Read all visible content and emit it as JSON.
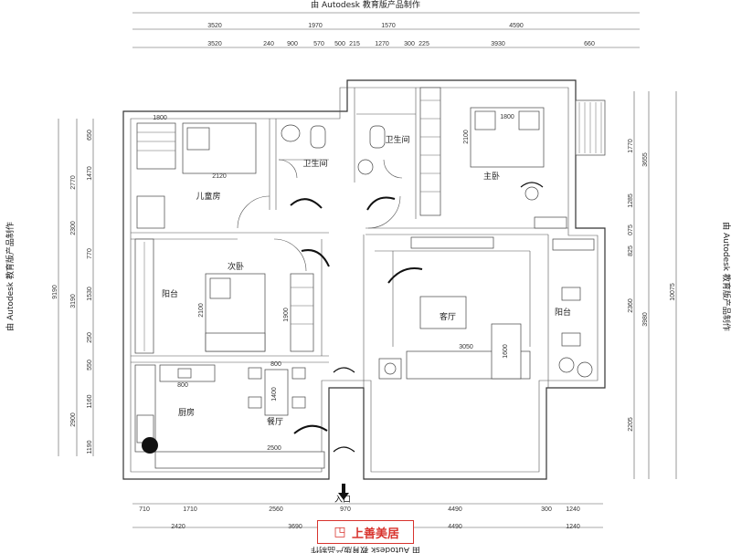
{
  "watermark": {
    "top": "由 Autodesk 教育版产品制作",
    "right": "由 Autodesk 教育版产品制作",
    "left": "由 Autodesk 教育版产品制作",
    "bottom": "由 Autodesk 教育版产品制作"
  },
  "dimensions": {
    "top_outer": [
      "3520",
      "1970",
      "1570",
      "4590"
    ],
    "top_inner": [
      "3520",
      "240",
      "900",
      "570",
      "500",
      "215",
      "1270",
      "300",
      "225",
      "3930",
      "660"
    ],
    "bottom_inner": [
      "710",
      "1710",
      "2560",
      "970",
      "4490",
      "300",
      "1240"
    ],
    "bottom_outer": [
      "2420",
      "3690",
      "4490",
      "1240"
    ],
    "left_inner": [
      "650",
      "1470",
      "770",
      "1530",
      "250",
      "550",
      "1160",
      "1190"
    ],
    "left_outer": [
      "2770",
      "2300",
      "3190",
      "2900"
    ],
    "left_total": "9190",
    "right_inner": [
      "1770",
      "1285",
      "075",
      "825",
      "2360",
      "2205"
    ],
    "right_outer": [
      "3655",
      "3980"
    ],
    "right_total": "10075"
  },
  "rooms": {
    "kids_room": "儿童房",
    "bath_1": "卫生间",
    "bath_2": "卫生间",
    "master_bedroom": "主卧",
    "second_bedroom": "次卧",
    "balcony_left": "阳台",
    "living_room": "客厅",
    "balcony_right": "阳台",
    "kitchen": "厨房",
    "dining_room": "餐厅"
  },
  "furniture_dims": {
    "kids_bed": "2120",
    "kids_width": "1800",
    "master_bed_w": "1800",
    "master_bed_h": "2100",
    "second_bed_h": "2100",
    "wardrobe": "1900",
    "living_w": "3050",
    "sofa_h": "1600",
    "dining_w": "800",
    "dining_h": "1400",
    "kitchen_w": "800",
    "cabinet_w": "2500"
  },
  "entry": "入口",
  "brand": {
    "name": "上善美居",
    "color": "#d8332d"
  }
}
